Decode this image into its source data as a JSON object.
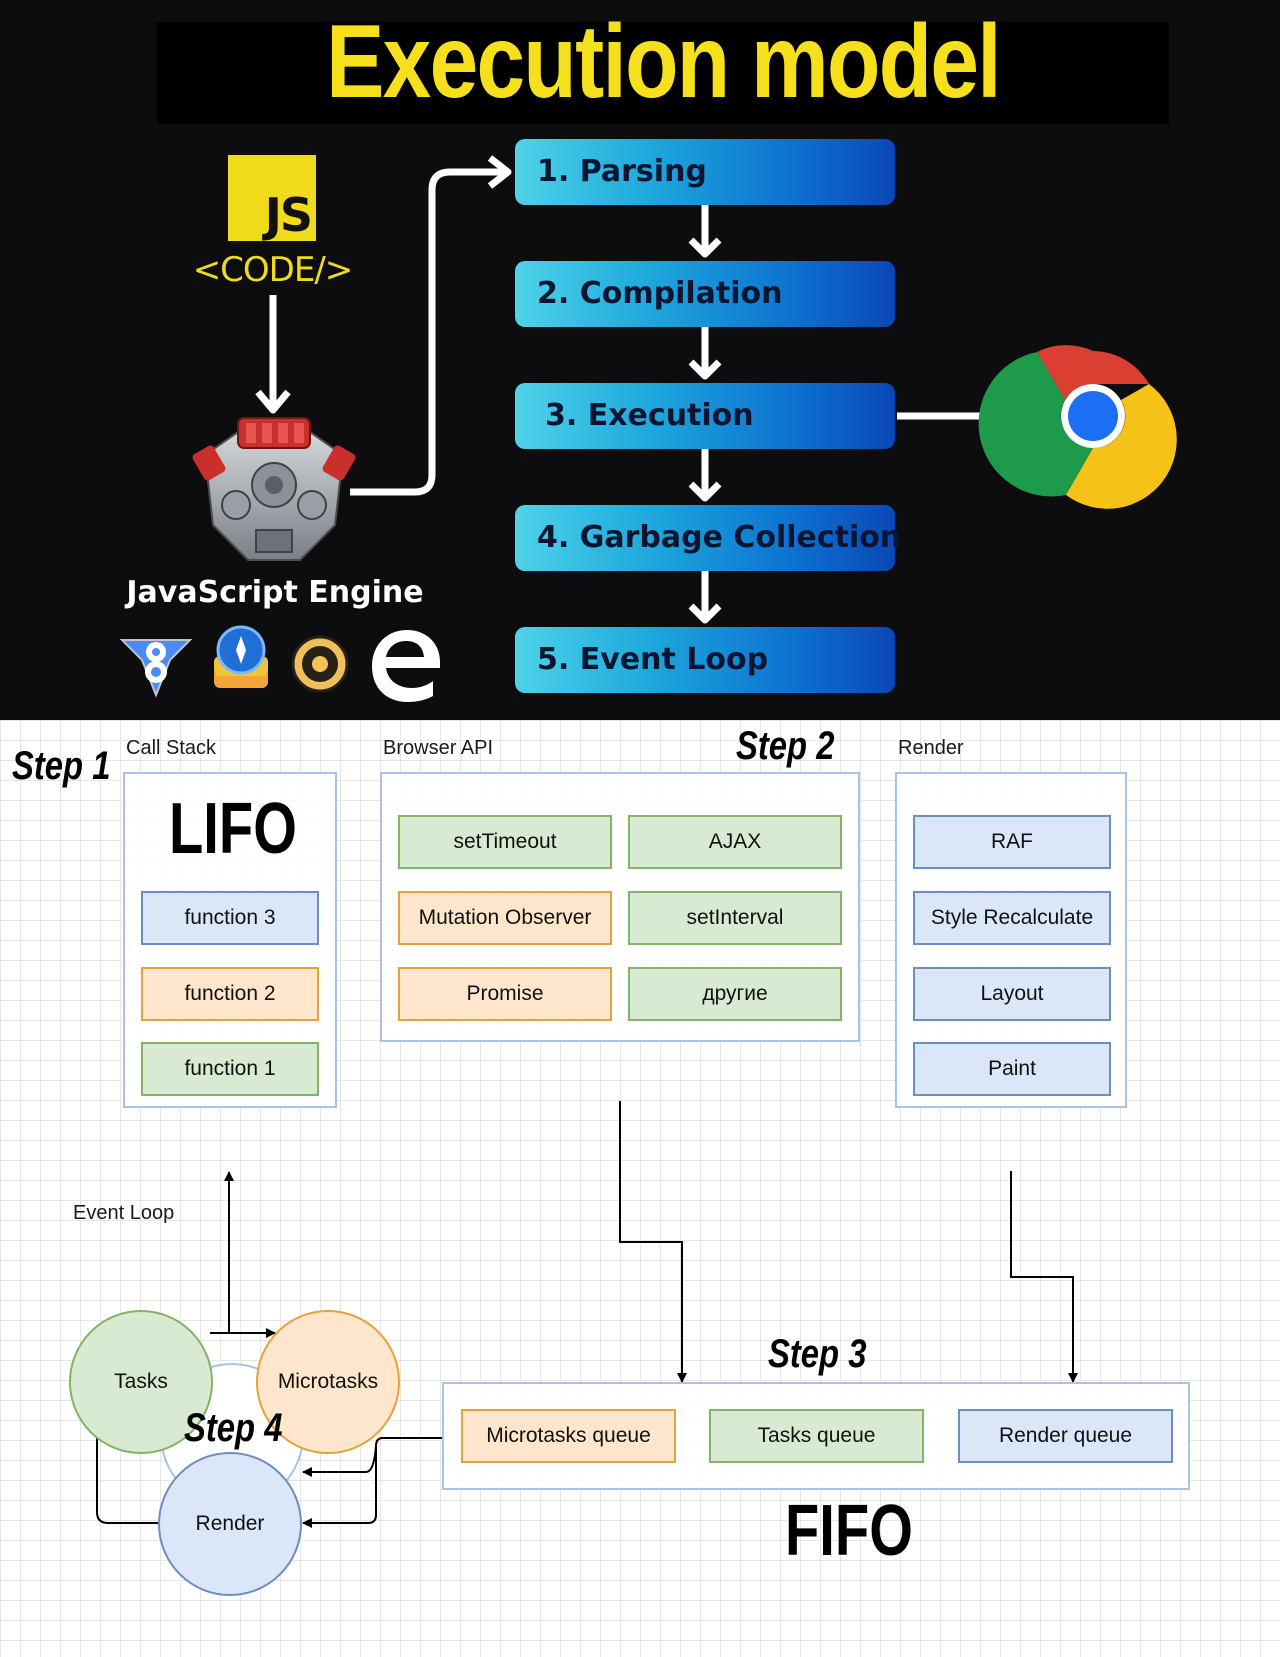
{
  "header": {
    "title": "Execution model"
  },
  "source": {
    "js_badge": "JS",
    "code_tag": "<CODE/>"
  },
  "engine": {
    "label": "JavaScript Engine",
    "engine_icons": [
      "v8-icon",
      "webkit-icon",
      "spidermonkey-icon",
      "edge-icon"
    ]
  },
  "pipeline": {
    "steps": [
      "1. Parsing",
      "2. Compilation",
      "3. Execution",
      "4. Garbage Collection",
      "5. Event Loop"
    ]
  },
  "browser": {
    "icon": "chrome-icon"
  },
  "call_stack": {
    "title": "Call Stack",
    "step_label": "Step 1",
    "mode": "LIFO",
    "items": [
      "function 3",
      "function 2",
      "function 1"
    ]
  },
  "browser_api": {
    "title": "Browser API",
    "step_label": "Step 2",
    "items": [
      "setTimeout",
      "AJAX",
      "Mutation Observer",
      "setInterval",
      "Promise",
      "другие"
    ]
  },
  "render": {
    "title": "Render",
    "items": [
      "RAF",
      "Style Recalculate",
      "Layout",
      "Paint"
    ]
  },
  "event_loop": {
    "title": "Event Loop",
    "step_label": "Step 4",
    "nodes": [
      "Tasks",
      "Microtasks",
      "Render"
    ]
  },
  "queues": {
    "step_label": "Step 3",
    "mode": "FIFO",
    "items": [
      "Microtasks queue",
      "Tasks queue",
      "Render queue"
    ]
  },
  "colors": {
    "title_yellow": "#f6e01b",
    "js_yellow": "#f0db1a",
    "step_gradient_start": "#4fd3e9",
    "step_gradient_end": "#0b47b5",
    "blue_fill": "#dbe7f8",
    "blue_stroke": "#6c8ebf",
    "orange_fill": "#fde6cc",
    "orange_stroke": "#e3a23b",
    "green_fill": "#d8ead2",
    "green_stroke": "#82b366"
  }
}
